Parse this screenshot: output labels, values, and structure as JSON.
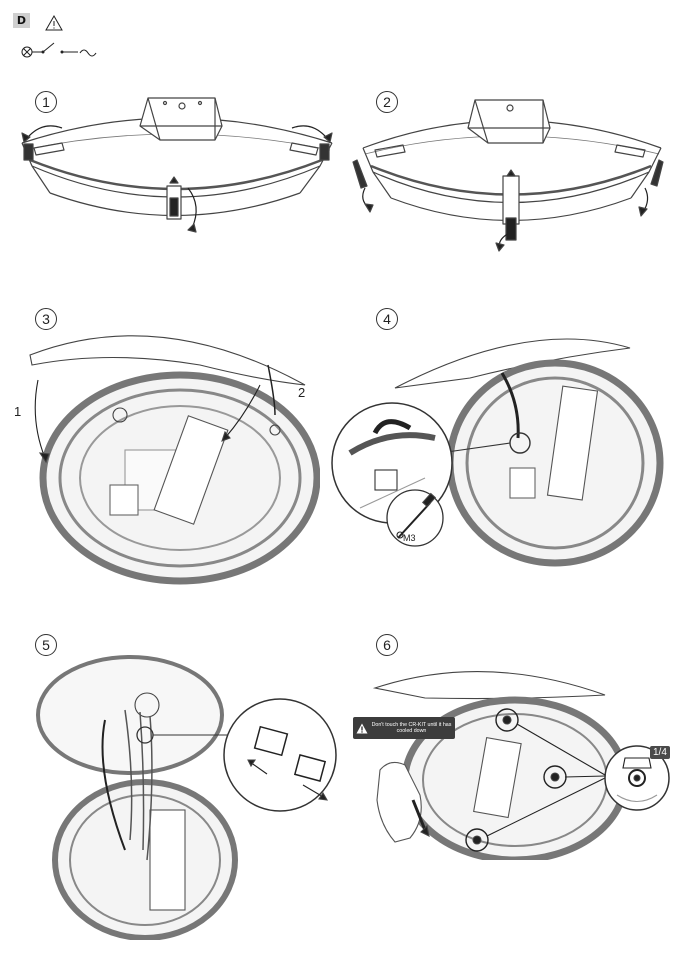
{
  "section": {
    "letter": "D"
  },
  "header": {
    "icons": [
      "lamp-symbol-icon",
      "switch-icon",
      "warning-triangle-icon",
      "ac-current-icon"
    ]
  },
  "steps": [
    {
      "number": "1"
    },
    {
      "number": "2"
    },
    {
      "number": "3",
      "callouts": [
        "1",
        "2"
      ]
    },
    {
      "number": "4",
      "screw": "M3"
    },
    {
      "number": "5"
    },
    {
      "number": "6",
      "warning": "Don't touch the CR-KIT until it has cooled down",
      "turn": "1/4"
    }
  ]
}
